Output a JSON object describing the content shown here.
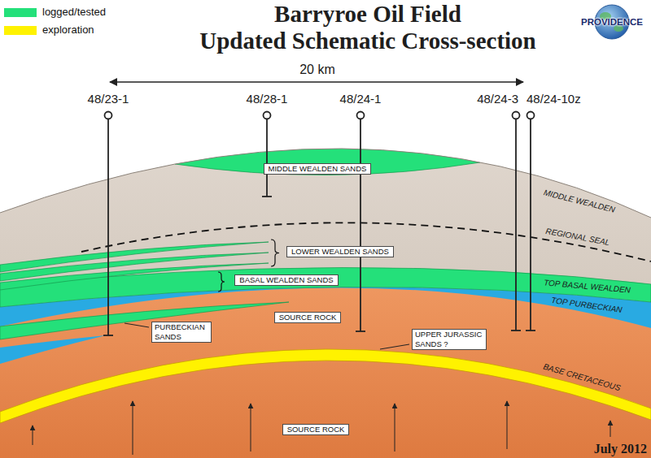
{
  "diagram": {
    "title": "Barryroe Oil Field Updated Schematic Cross-section",
    "nodes": [
      {
        "text": [
          "MIDDLE WEALDEN SANDS"
        ]
      },
      {
        "text": [
          "LOWER WEALDEN SANDS"
        ]
      },
      {
        "text": [
          "BASAL WEALDEN SANDS"
        ]
      },
      {
        "text": [
          "SOURCE ROCK"
        ]
      },
      {
        "text": [
          "PURBECKIAN SANDS"
        ]
      },
      {
        "text": [
          "UPPER JURASSIC SANDS ?"
        ]
      },
      {
        "text": [
          "SOURCE ROCK"
        ]
      }
    ],
    "labels": [
      "PROVIDENCE",
      "20 km",
      "48/23-1",
      "48/28-1",
      "48/24-1",
      "48/24-3",
      "48/24-10z",
      "MIDDLE WEALDEN",
      "REGIONAL SEAL",
      "TOP BASAL WEALDEN",
      "TOP PURBECKIAN",
      "BASE CRETACEOUS",
      "July 2012"
    ],
    "legend": [
      {
        "text": "logged/tested",
        "color": "#24e07a"
      },
      {
        "text": "exploration",
        "color": "#fff200"
      }
    ]
  }
}
